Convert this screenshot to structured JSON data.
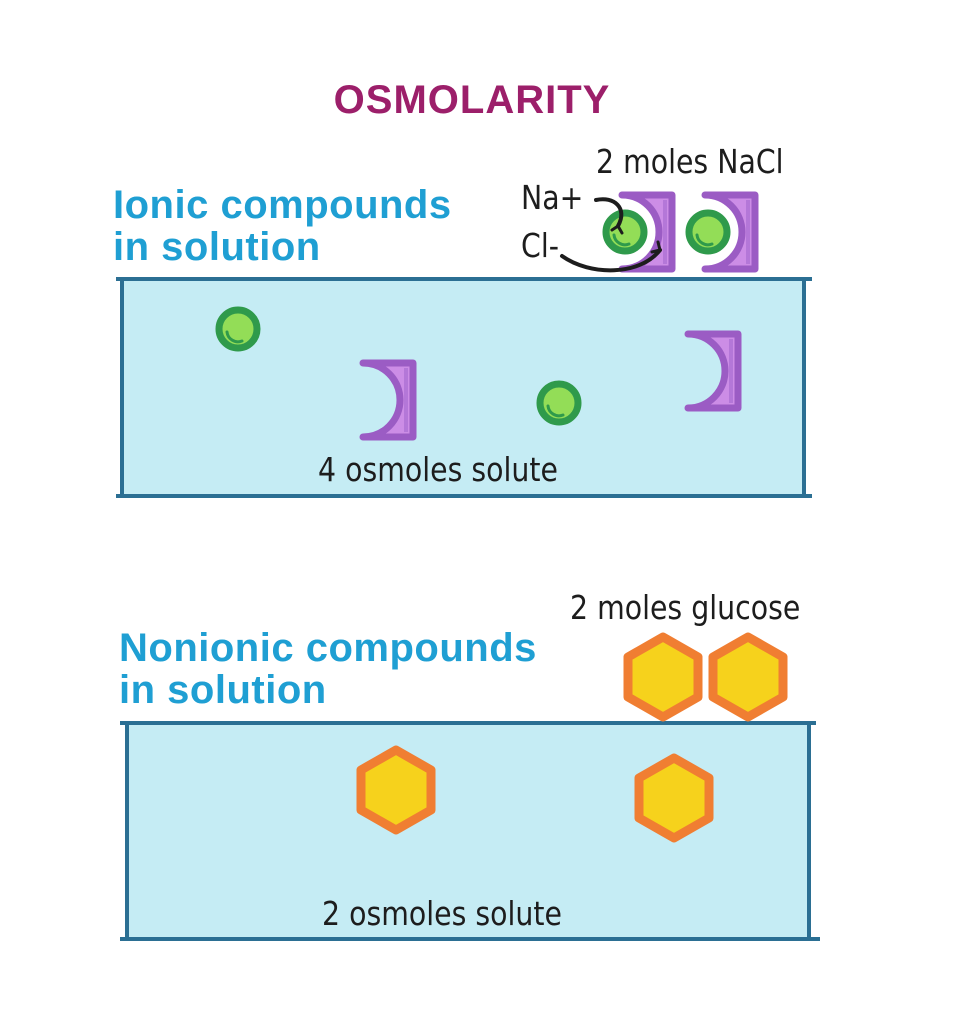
{
  "title": "OSMOLARITY",
  "colors": {
    "title": "#9c1f6a",
    "heading": "#1f9fd3",
    "solution_fill": "#c5ecf4",
    "solution_border": "#2b6f93",
    "sodium_fill": "#93dd57",
    "sodium_ring": "#2f9a4b",
    "chloride_fill": "#cc8de6",
    "chloride_border": "#9b5cc4",
    "glucose_fill": "#f6d21c",
    "glucose_border": "#f07e32",
    "annotation": "#1d1d1d"
  },
  "ionic": {
    "heading_line1": "Ionic compounds",
    "heading_line2": "in solution",
    "compound_label": "2 moles NaCl",
    "cation_label": "Na+",
    "anion_label": "Cl-",
    "result_label": "4 osmoles solute"
  },
  "nonionic": {
    "heading_line1": "Nonionic compounds",
    "heading_line2": "in solution",
    "compound_label": "2 moles glucose",
    "result_label": "2 osmoles solute"
  },
  "icons": [
    "sodium-ion-icon",
    "chloride-ion-icon",
    "glucose-molecule-icon",
    "arrow-icon"
  ]
}
